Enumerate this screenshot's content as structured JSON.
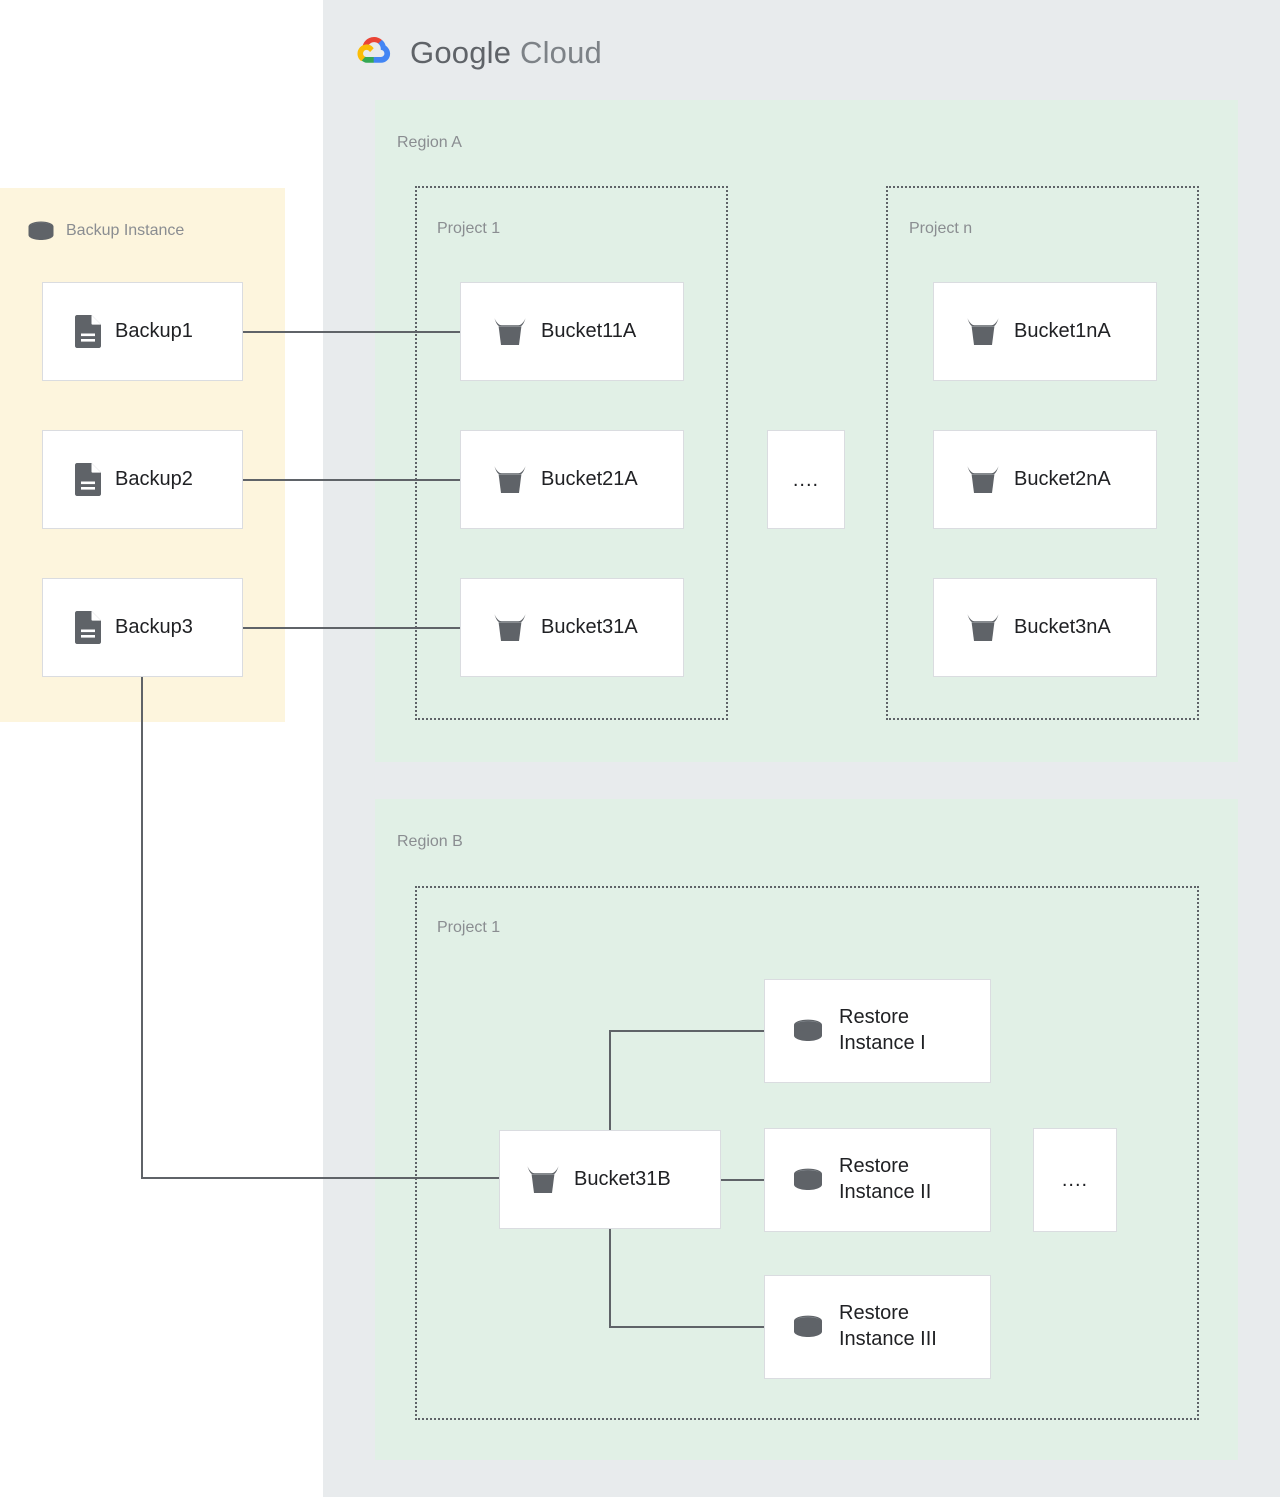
{
  "cloud": {
    "brand_word1": "Google",
    "brand_word2": "Cloud",
    "logo_icon": "google-cloud-logo-icon",
    "panel_color": "#e8ebed"
  },
  "backup_instance": {
    "title": "Backup Instance",
    "icon": "database-cylinder-icon",
    "panel_color": "#fdf5dd",
    "items": [
      {
        "label": "Backup1",
        "icon": "document-file-icon"
      },
      {
        "label": "Backup2",
        "icon": "document-file-icon"
      },
      {
        "label": "Backup3",
        "icon": "document-file-icon"
      }
    ]
  },
  "regions": [
    {
      "label": "Region A",
      "color": "#e1f0e6",
      "projects": [
        {
          "label": "Project 1",
          "buckets": [
            {
              "label": "Bucket11A",
              "icon": "storage-bucket-icon"
            },
            {
              "label": "Bucket21A",
              "icon": "storage-bucket-icon"
            },
            {
              "label": "Bucket31A",
              "icon": "storage-bucket-icon"
            }
          ]
        },
        {
          "label": "Project n",
          "buckets": [
            {
              "label": "Bucket1nA",
              "icon": "storage-bucket-icon"
            },
            {
              "label": "Bucket2nA",
              "icon": "storage-bucket-icon"
            },
            {
              "label": "Bucket3nA",
              "icon": "storage-bucket-icon"
            }
          ]
        }
      ],
      "ellipsis": "...."
    },
    {
      "label": "Region B",
      "color": "#e1f0e6",
      "projects": [
        {
          "label": "Project 1",
          "buckets": [
            {
              "label": "Bucket31B",
              "icon": "storage-bucket-icon"
            }
          ],
          "restore_instances": [
            {
              "label": "Restore\nInstance I",
              "icon": "database-cylinder-icon"
            },
            {
              "label": "Restore\nInstance II",
              "icon": "database-cylinder-icon"
            },
            {
              "label": "Restore\nInstance III",
              "icon": "database-cylinder-icon"
            }
          ]
        }
      ],
      "ellipsis": "...."
    }
  ],
  "connections": [
    {
      "from": "Backup1",
      "to": "Bucket11A"
    },
    {
      "from": "Backup2",
      "to": "Bucket21A"
    },
    {
      "from": "Backup3",
      "to": "Bucket31A"
    },
    {
      "from": "Backup3",
      "to": "Bucket31B"
    },
    {
      "from": "Bucket31B",
      "to": "Restore Instance I"
    },
    {
      "from": "Bucket31B",
      "to": "Restore Instance II"
    },
    {
      "from": "Bucket31B",
      "to": "Restore Instance III"
    }
  ],
  "colors": {
    "connector": "#5f6368",
    "card_border": "#dadce0",
    "icon_gray": "#5f6368",
    "label_gray": "#8a8d91",
    "text_dark": "#202124"
  }
}
